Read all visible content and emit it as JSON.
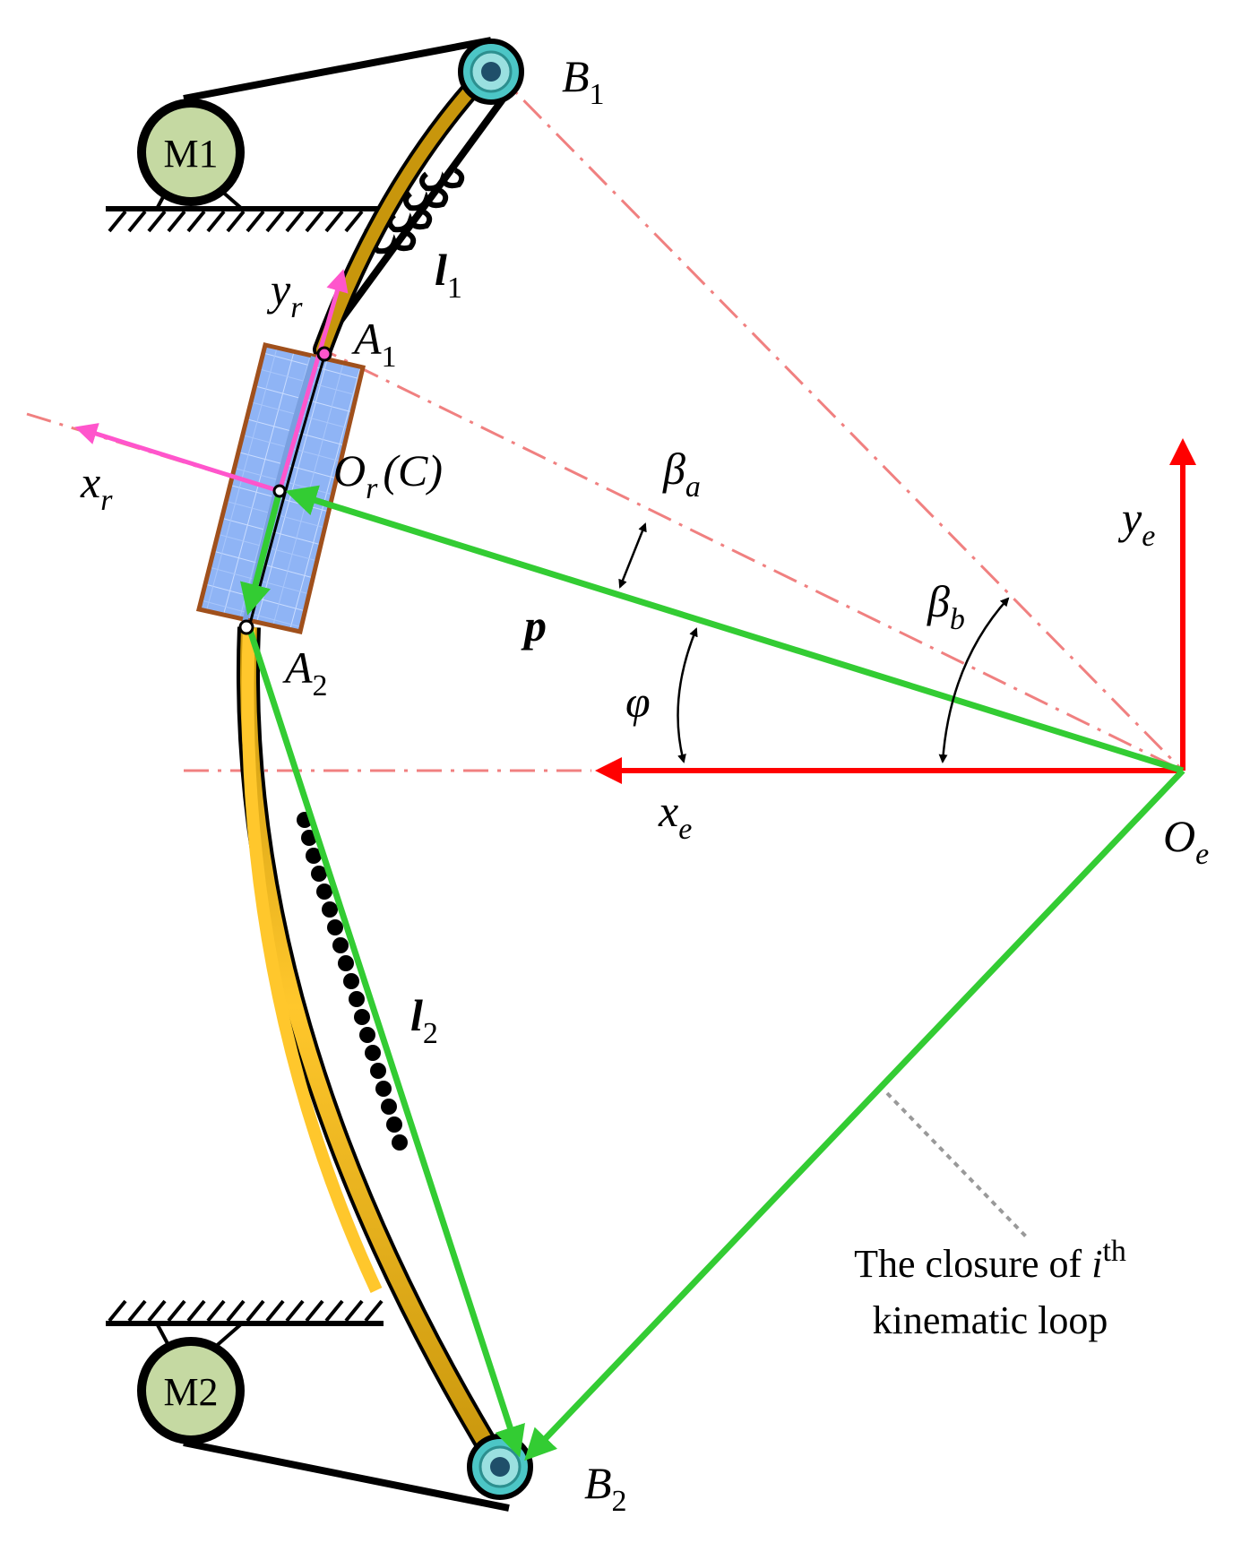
{
  "motors": {
    "m1": "M1",
    "m2": "M2"
  },
  "points": {
    "b1": {
      "base": "B",
      "sub": "1"
    },
    "b2": {
      "base": "B",
      "sub": "2"
    },
    "a1": {
      "base": "A",
      "sub": "1"
    },
    "a2": {
      "base": "A",
      "sub": "2"
    },
    "or": {
      "base": "O",
      "sub": "r",
      "suffix": "(C)"
    },
    "oe": {
      "base": "O",
      "sub": "e"
    }
  },
  "axes": {
    "xr": {
      "base": "x",
      "sub": "r"
    },
    "yr": {
      "base": "y",
      "sub": "r"
    },
    "xe": {
      "base": "x",
      "sub": "e"
    },
    "ye": {
      "base": "y",
      "sub": "e"
    }
  },
  "vectors": {
    "l1": {
      "base": "l",
      "sub": "1"
    },
    "l2": {
      "base": "l",
      "sub": "2"
    },
    "p": "p"
  },
  "angles": {
    "phi": "φ",
    "beta_a": {
      "base": "β",
      "sub": "a"
    },
    "beta_b": {
      "base": "β",
      "sub": "b"
    }
  },
  "note": {
    "line1_pre": "The closure of ",
    "line1_i": "i",
    "line1_sup": "th",
    "line2": "kinematic loop"
  },
  "colors": {
    "green_vector": "#33cc33",
    "red_axis": "#ff0000",
    "magenta_axis": "#ff55cc",
    "dashdot": "#f08080",
    "rod_gold": "#c8960c",
    "rod_light": "#ffc72c",
    "pulley": "#4cc6c6",
    "motor_fill": "#c5d9a2",
    "platform_blue": "#8fb4f5",
    "platform_border": "#a0501c"
  }
}
